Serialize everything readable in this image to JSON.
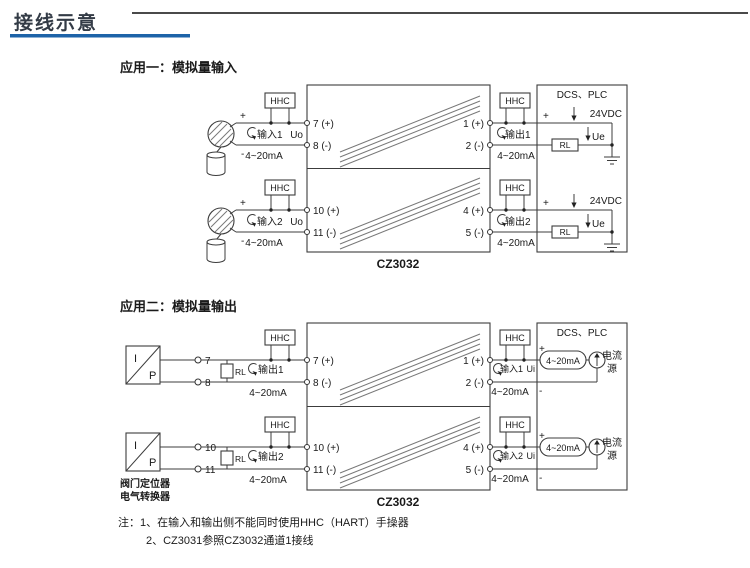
{
  "theme": {
    "accent_color": "#1d63a8",
    "line_color": "#3c3c3c",
    "text_color": "#1a1a1a",
    "title_color": "#333b46"
  },
  "header": {
    "title": "接线示意"
  },
  "labels": {
    "hhc": "HHC",
    "range": "4~20mA",
    "plus": "+",
    "minus": "-",
    "dcs_plc": "DCS、PLC",
    "device": "CZ3032",
    "supply": "24VDC",
    "ue": "Ue",
    "uo": "Uo",
    "ui": "Ui",
    "rl": "RL",
    "current_source_line1": "电流",
    "current_source_line2": "源",
    "ip_top": "I",
    "ip_bottom": "P"
  },
  "app1": {
    "heading": "应用一：模拟量输入",
    "channels": [
      {
        "input_label": "输入1",
        "output_label": "输出1",
        "left_terminals": [
          "7 (+)",
          "8 (-)"
        ],
        "right_terminals": [
          "1 (+)",
          "2 (-)"
        ]
      },
      {
        "input_label": "输入2",
        "output_label": "输出2",
        "left_terminals": [
          "10 (+)",
          "11 (-)"
        ],
        "right_terminals": [
          "4 (+)",
          "5 (-)"
        ]
      }
    ]
  },
  "app2": {
    "heading": "应用二：模拟量输出",
    "valve_labels": [
      "阀门定位器",
      "电气转换器"
    ],
    "channels": [
      {
        "output_label": "输出1",
        "input_label": "输入1",
        "port_numbers": [
          "7",
          "8"
        ],
        "left_terminals": [
          "7 (+)",
          "8 (-)"
        ],
        "right_terminals": [
          "1 (+)",
          "2 (-)"
        ]
      },
      {
        "output_label": "输出2",
        "input_label": "输入2",
        "port_numbers": [
          "10",
          "11"
        ],
        "left_terminals": [
          "10 (+)",
          "11 (-)"
        ],
        "right_terminals": [
          "4 (+)",
          "5 (-)"
        ]
      }
    ]
  },
  "notes": {
    "line1": "注：1、在输入和输出侧不能同时使用HHC（HART）手操器",
    "line2": "2、CZ3031参照CZ3032通道1接线"
  }
}
